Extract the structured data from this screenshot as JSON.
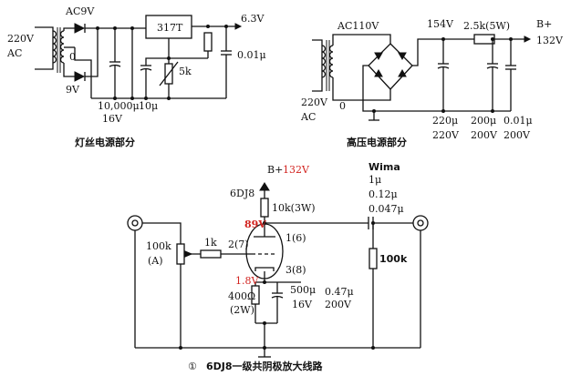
{
  "filament": {
    "in_voltage": "220V",
    "in_ac": "AC",
    "secondary_top": "AC9V",
    "center_tap": "0",
    "secondary_bottom": "9V",
    "regulator": "317T",
    "out_voltage": "6.3V",
    "pot": "5k",
    "out_cap": "0.01μ",
    "cap_main": "10,000μ",
    "cap_small": "10μ",
    "cap_voltage": "16V",
    "caption": "灯丝电源部分"
  },
  "hv": {
    "secondary": "AC110V",
    "in_voltage": "220V",
    "in_ac": "AC",
    "zero": "0",
    "rect_voltage": "154V",
    "resistor": "2.5k(5W)",
    "bplus": "B+",
    "bplus_voltage": "132V",
    "cap1_value": "220μ",
    "cap1_voltage": "220V",
    "cap2_value": "200μ",
    "cap2_voltage": "200V",
    "cap3_value": "0.01μ",
    "cap3_voltage": "200V",
    "caption": "高压电源部分"
  },
  "amp": {
    "bplus_label": "B+",
    "bplus_voltage": "132V",
    "tube": "6DJ8",
    "plate_resistor": "10k(3W)",
    "plate_voltage": "89V",
    "cathode_voltage": "1.8V",
    "pin_grid": "2(7)",
    "pin_plate": "1(6)",
    "pin_cathode": "3(8)",
    "grid_resistor": "1k",
    "input_pot": "100k",
    "input_pot_type": "(A)",
    "cathode_resistor": "400Ω",
    "cathode_resistor_power": "(2W)",
    "bypass_cap": "500μ",
    "bypass_voltage": "16V",
    "coupling_brand": "Wima",
    "coupling_c1": "1μ",
    "coupling_c2": "0.12μ",
    "coupling_c3": "0.047μ",
    "coupling_c4": "0.47μ",
    "coupling_voltage": "200V",
    "output_resistor": "100k",
    "caption_num": "①",
    "caption": "6DJ8一级共阴极放大线路"
  },
  "colors": {
    "annotation_red": "#d2231f",
    "line": "#111111"
  }
}
